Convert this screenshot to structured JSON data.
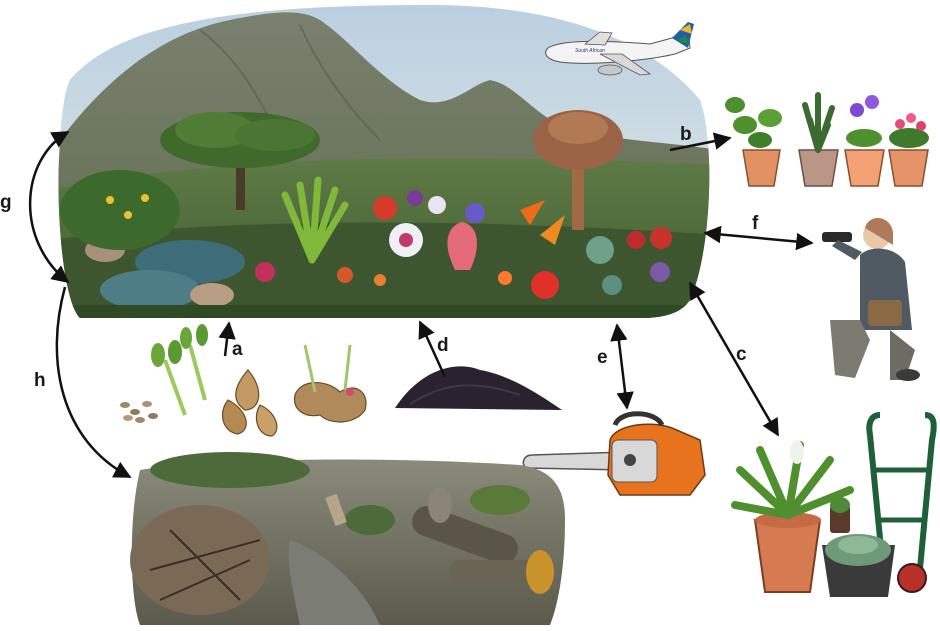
{
  "labels": {
    "a": "a",
    "b": "b",
    "c": "c",
    "d": "d",
    "e": "e",
    "f": "f",
    "g": "g",
    "h": "h"
  },
  "airline_text": "South African",
  "colors": {
    "sky": "#cfdce6",
    "mountain": "#6f7b62",
    "grass": "#4f6a3c",
    "terracotta": "#d98b5f",
    "arrow": "#111111",
    "chainsaw_orange": "#e8731e"
  }
}
